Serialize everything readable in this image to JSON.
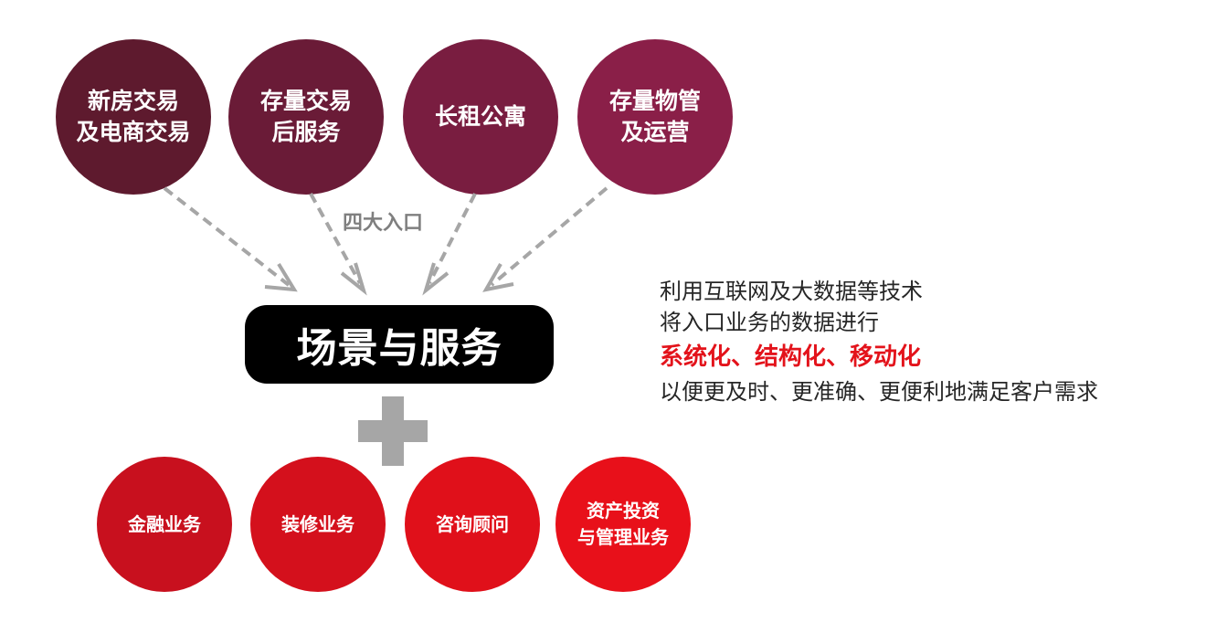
{
  "entries": [
    {
      "lines": [
        "新房交易",
        "及电商交易"
      ],
      "color": "#5e1a2e"
    },
    {
      "lines": [
        "存量交易",
        "后服务"
      ],
      "color": "#6a1b37"
    },
    {
      "lines": [
        "长租公寓"
      ],
      "color": "#791d40"
    },
    {
      "lines": [
        "存量物管",
        "及运营"
      ],
      "color": "#8a1f48"
    }
  ],
  "entry_label": "四大入口",
  "center_label": "场景与服务",
  "services": [
    {
      "lines": [
        "金融业务"
      ],
      "color": "#c8101e"
    },
    {
      "lines": [
        "装修业务"
      ],
      "color": "#d4101c"
    },
    {
      "lines": [
        "咨询顾问"
      ],
      "color": "#e0101a"
    },
    {
      "lines": [
        "资产投资",
        "与管理业务"
      ],
      "color": "#e8101a"
    }
  ],
  "description": {
    "line1": "利用互联网及大数据等技术",
    "line2": "将入口业务的数据进行",
    "highlight": "系统化、结构化、移动化",
    "line4": "以便更及时、更准确、更便利地满足客户需求"
  },
  "colors": {
    "arrow": "#a6a6a6",
    "plus": "#a6a6a6",
    "highlight": "#e3131b",
    "center_box": "#000000"
  }
}
